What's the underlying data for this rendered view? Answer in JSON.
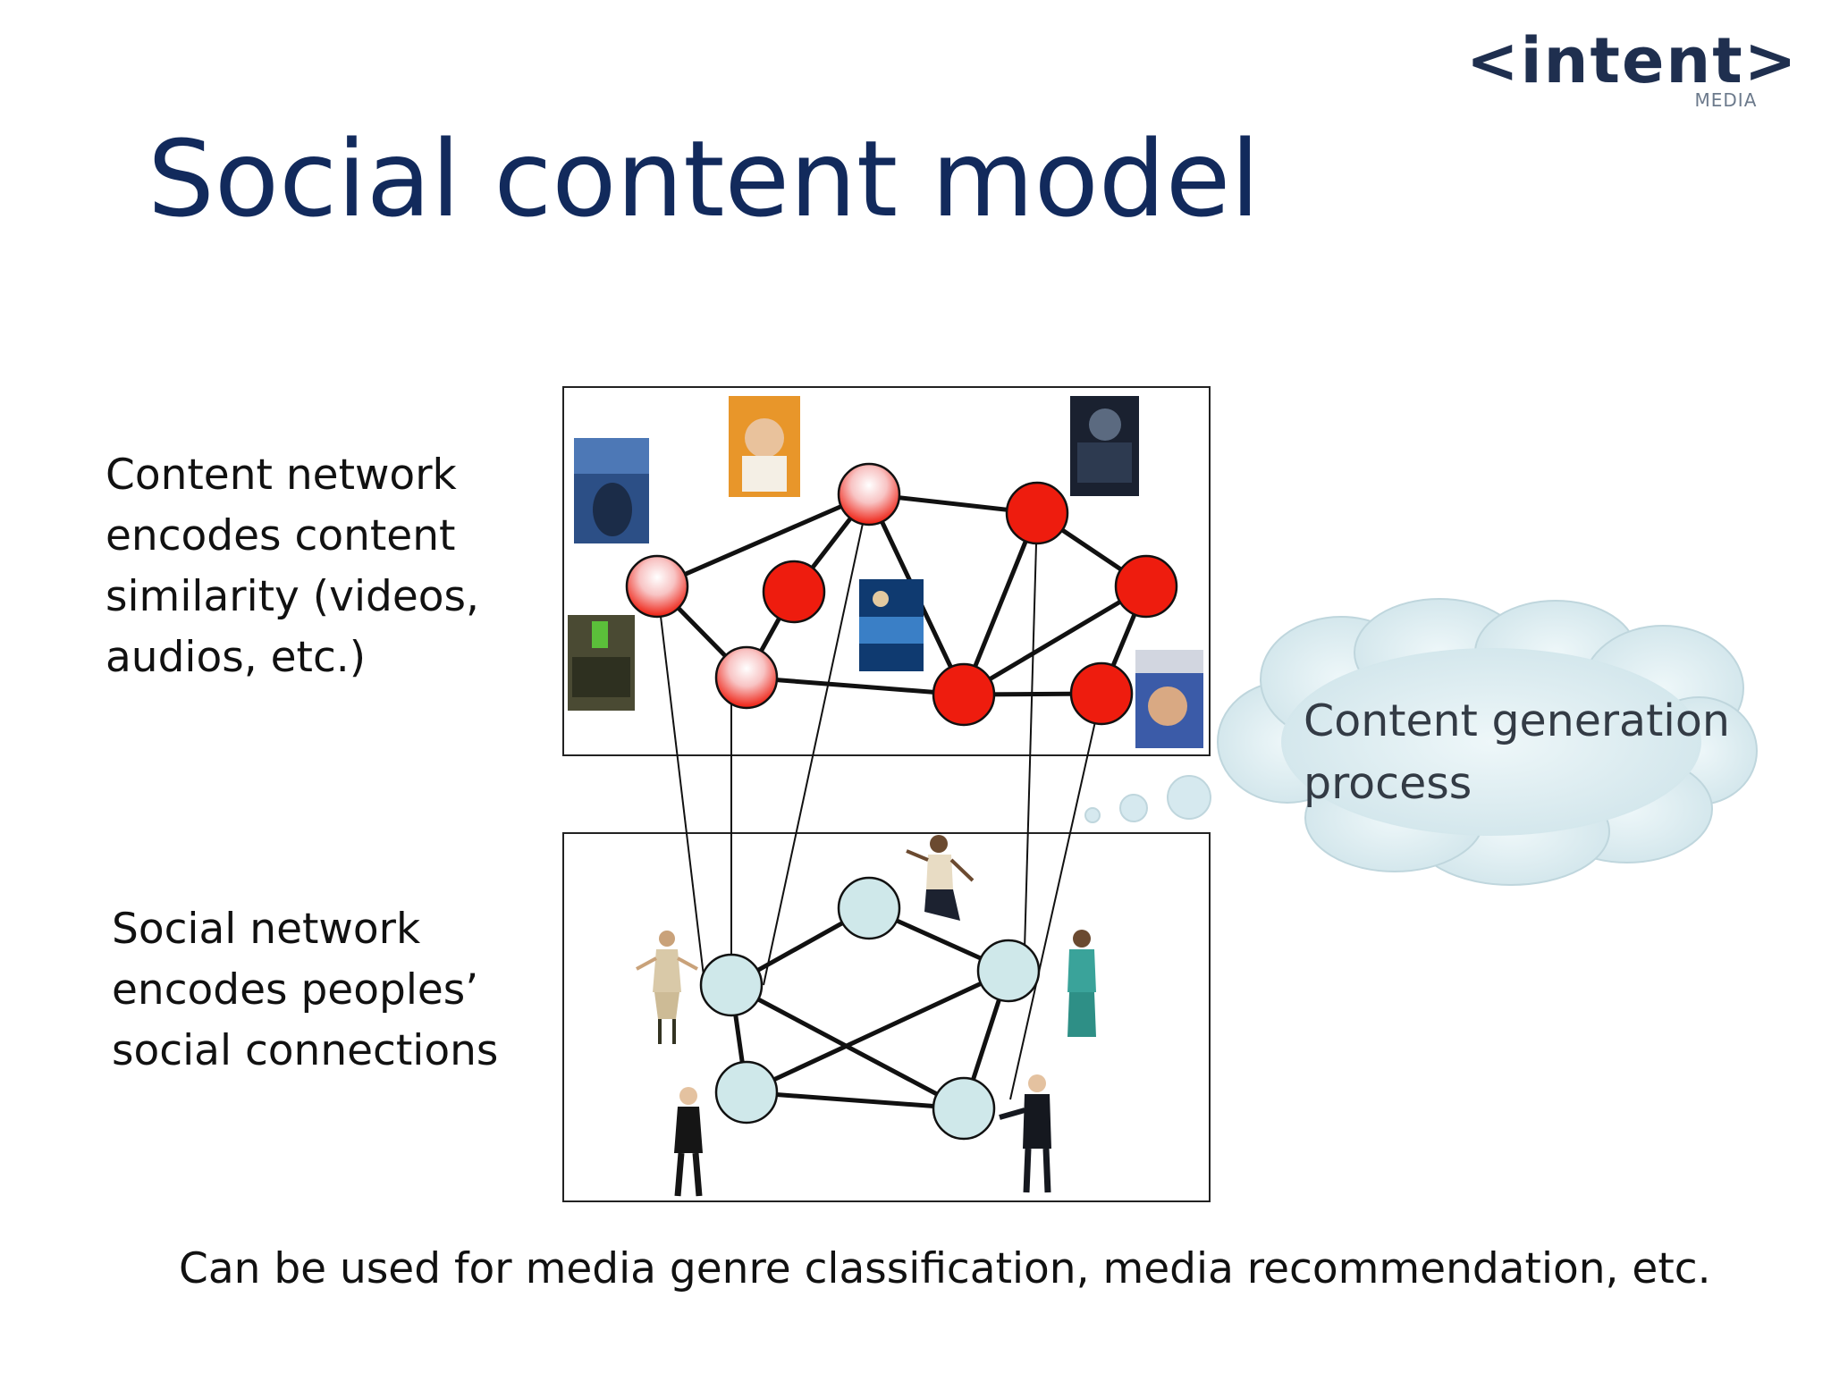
{
  "slide": {
    "title": "Social content model",
    "logo": {
      "main": "<intent>",
      "sub": "MEDIA"
    },
    "content_description": [
      "Content network",
      "encodes content",
      "similarity (videos,",
      "audios, etc.)"
    ],
    "social_description": [
      "Social network",
      "encodes peoples’",
      "social connections"
    ],
    "cloud_text": [
      "Content generation",
      "process"
    ],
    "footer": "Can be used for media genre classification, media recommendation, etc."
  },
  "colors": {
    "title": "#122a5c",
    "content_node": "#ee1c0e",
    "content_node_light": "#f7a3a3",
    "social_node": "#cfe8ea",
    "cloud": "#d6e9ef"
  },
  "icons": {
    "movie_posters": [
      "the-thing-poster-icon",
      "40-year-old-virgin-poster-icon",
      "star-trek-poster-icon",
      "9-poster-icon",
      "adrift-poster-icon",
      "trailer-park-boys-poster-icon"
    ],
    "people": [
      "shrugging-woman-icon",
      "jumping-man-icon",
      "doctor-icon",
      "businesswoman-icon",
      "businessman-presenting-icon"
    ]
  }
}
